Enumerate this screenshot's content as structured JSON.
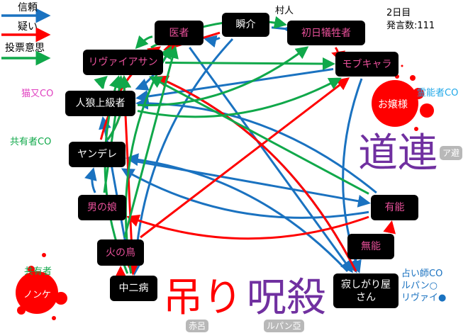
{
  "legend": {
    "trust": "信頼",
    "doubt": "疑い",
    "vote": "投票意思"
  },
  "colors": {
    "trust": "#1a72c0",
    "doubt": "#ff0000",
    "vote": "#10a84a",
    "big_red": "#ff0000",
    "big_purple": "#7030a0"
  },
  "status": {
    "day": "2日目",
    "posts": "発言数:111"
  },
  "nodes": {
    "isha": "医者",
    "shunsuke": "瞬介",
    "shonichi": "初日犠牲者",
    "riva": "リヴァイアサン",
    "mob": "モブキャラ",
    "jinro": "人狼上級者",
    "yandere": "ヤンデレ",
    "otoko": "男の娘",
    "yuno": "有能",
    "muno": "無能",
    "hinotori": "火の鳥",
    "chuni": "中二病",
    "sabishi": "寂しがり屋さん"
  },
  "dead": {
    "ojou": "お嬢様",
    "nonke": "ノンケ"
  },
  "annotations": {
    "villager": "村人",
    "nekomata_co": "猫又CO",
    "kyoyu_co": "共有者CO",
    "kyoyu": "共有者",
    "reinou_co": "霊能者CO",
    "uranai_co": "占い師CO",
    "lupin_white": "ルパン○",
    "riva_black": "リヴァイ●"
  },
  "death_causes": {
    "michizure": "道連",
    "tsuri": "吊り",
    "jusatsu": "呪殺"
  },
  "faded_tags": {
    "a": "ア避",
    "b": "赤呂",
    "c": "ルパン亞"
  },
  "edges": [
    {
      "from": "shunsuke",
      "to": "isha",
      "type": "trust"
    },
    {
      "from": "shunsuke",
      "to": "shonichi",
      "type": "trust"
    },
    {
      "from": "shunsuke",
      "to": "chuni",
      "type": "trust"
    },
    {
      "from": "isha",
      "to": "jinro",
      "type": "trust"
    },
    {
      "from": "mob",
      "to": "jinro",
      "type": "trust"
    },
    {
      "from": "yuno",
      "to": "jinro",
      "type": "trust"
    },
    {
      "from": "yuno",
      "to": "yandere",
      "type": "trust"
    },
    {
      "from": "yandere",
      "to": "yuno",
      "type": "trust"
    },
    {
      "from": "sabishi",
      "to": "yandere",
      "type": "trust"
    },
    {
      "from": "riva",
      "to": "sabishi",
      "type": "trust"
    },
    {
      "from": "isha",
      "to": "sabishi",
      "type": "trust"
    },
    {
      "from": "mob",
      "to": "sabishi",
      "type": "trust"
    },
    {
      "from": "otoko",
      "to": "yandere",
      "type": "trust"
    },
    {
      "from": "chuni",
      "to": "jinro",
      "type": "trust"
    },
    {
      "from": "yandere",
      "to": "riva",
      "type": "doubt"
    },
    {
      "from": "yandere",
      "to": "isha",
      "type": "doubt"
    },
    {
      "from": "shunsuke",
      "to": "riva",
      "type": "doubt"
    },
    {
      "from": "shonichi",
      "to": "mob",
      "type": "doubt"
    },
    {
      "from": "yuno",
      "to": "otoko",
      "type": "doubt"
    },
    {
      "from": "hinotori",
      "to": "mob",
      "type": "doubt"
    },
    {
      "from": "muno",
      "to": "yuno",
      "type": "doubt"
    },
    {
      "from": "chuni",
      "to": "hinotori",
      "type": "doubt"
    },
    {
      "from": "riva",
      "to": "chuni",
      "type": "doubt"
    },
    {
      "from": "sabishi",
      "to": "riva",
      "type": "doubt"
    },
    {
      "from": "jinro",
      "to": "riva",
      "type": "vote"
    },
    {
      "from": "otoko",
      "to": "riva",
      "type": "vote"
    },
    {
      "from": "yandere",
      "to": "riva",
      "type": "vote"
    },
    {
      "from": "chuni",
      "to": "riva",
      "type": "vote"
    },
    {
      "from": "yuno",
      "to": "riva",
      "type": "vote"
    },
    {
      "from": "isha",
      "to": "riva",
      "type": "vote"
    },
    {
      "from": "riva",
      "to": "shonichi",
      "type": "vote"
    },
    {
      "from": "riva",
      "to": "mob",
      "type": "vote"
    },
    {
      "from": "jinro",
      "to": "mob",
      "type": "vote"
    },
    {
      "from": "chuni",
      "to": "isha",
      "type": "vote"
    },
    {
      "from": "hinotori",
      "to": "isha",
      "type": "vote"
    },
    {
      "from": "jinro",
      "to": "shonichi",
      "type": "vote"
    }
  ]
}
